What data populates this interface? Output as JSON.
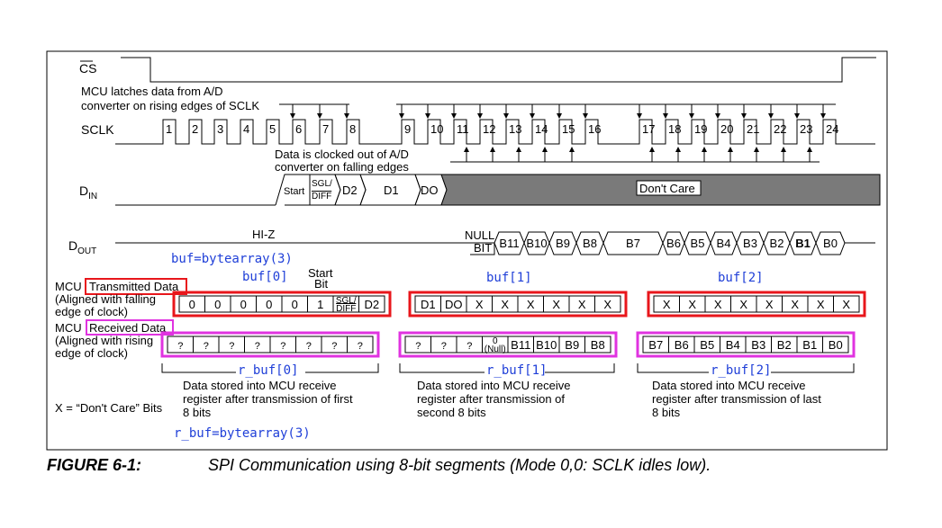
{
  "signals": {
    "cs": "CS",
    "sclk": "SCLK",
    "din_main": "D",
    "din_sub": "IN",
    "dout_main": "D",
    "dout_sub": "OUT"
  },
  "notes": {
    "latch_line1": "MCU latches data from A/D",
    "latch_line2": "converter on rising edges of SCLK",
    "clock_line1": "Data is clocked out of A/D",
    "clock_line2": "converter on falling edges",
    "hiz": "HI-Z",
    "dont_care": "Don't Care",
    "null_bit_1": "NULL",
    "null_bit_2": "BIT",
    "start_bit_1": "Start",
    "start_bit_2": "Bit",
    "x_legend": "X = “Don't Care” Bits"
  },
  "clock_numbers": [
    "1",
    "2",
    "3",
    "4",
    "5",
    "6",
    "7",
    "8",
    "9",
    "10",
    "11",
    "12",
    "13",
    "14",
    "15",
    "16",
    "17",
    "18",
    "19",
    "20",
    "21",
    "22",
    "23",
    "24"
  ],
  "din_cells": [
    "Start",
    "SGL/",
    "DIFF",
    "D2",
    "D1",
    "DO"
  ],
  "dout_cells": [
    "B11",
    "B10",
    "B9",
    "B8",
    "B7",
    "B6",
    "B5",
    "B4",
    "B3",
    "B2",
    "B1",
    "B0"
  ],
  "code": {
    "buf_decl": "buf=bytearray(3)",
    "rbuf_decl": "r_buf=bytearray(3)",
    "buf0": "buf[0]",
    "buf1": "buf[1]",
    "buf2": "buf[2]",
    "rbuf0": "r_buf[0]",
    "rbuf1": "r_buf[1]",
    "rbuf2": "r_buf[2]"
  },
  "transmitted": {
    "label_prefix": "MCU",
    "label_box": "Transmitted Data",
    "label_line2": "(Aligned with falling",
    "label_line3": "edge of clock)",
    "byte0": [
      "0",
      "0",
      "0",
      "0",
      "0",
      "1",
      "SGL/DIFF",
      "D2"
    ],
    "byte1": [
      "D1",
      "DO",
      "X",
      "X",
      "X",
      "X",
      "X",
      "X"
    ],
    "byte2": [
      "X",
      "X",
      "X",
      "X",
      "X",
      "X",
      "X",
      "X"
    ]
  },
  "received": {
    "label_prefix": "MCU",
    "label_box": "Received Data",
    "label_line2": "(Aligned with rising",
    "label_line3": "edge of clock)",
    "byte0": [
      "?",
      "?",
      "?",
      "?",
      "?",
      "?",
      "?",
      "?"
    ],
    "byte1": [
      "?",
      "?",
      "?",
      "0 (Null)",
      "B11",
      "B10",
      "B9",
      "B8"
    ],
    "byte2": [
      "B7",
      "B6",
      "B5",
      "B4",
      "B3",
      "B2",
      "B1",
      "B0"
    ]
  },
  "descriptions": {
    "first": [
      "Data  stored  into  MCU  receive",
      "register after transmission of first",
      "8 bits"
    ],
    "second": [
      "Data  stored  into  MCU  receive",
      "register   after   transmission   of",
      "second 8 bits"
    ],
    "last": [
      "Data  stored  into  MCU  receive",
      "register after transmission of last",
      "8 bits"
    ]
  },
  "caption": {
    "number": "FIGURE 6-1:",
    "text": "SPI Communication using 8-bit segments (Mode 0,0: SCLK idles low)."
  },
  "colors": {
    "transmit_box": "#e8161b",
    "receive_box": "#e033e0",
    "code_text": "#1f3fd8",
    "dont_care_fill": "#7a7a7a"
  }
}
